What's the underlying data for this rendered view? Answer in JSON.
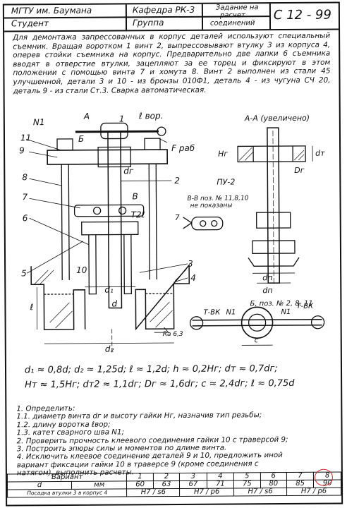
{
  "header": {
    "university": "МГТУ им. Баумана",
    "department": "Кафедра РК-3",
    "task_title_l1": "Задание на",
    "task_title_l2": "расчет",
    "task_title_l3": "соединений",
    "code": "С 12 - 99",
    "student": "Студент",
    "group": "Группа"
  },
  "description": "Для демонтажа запрессованных в корпус деталей используют специальный съемник. Вращая воротком 1 винт 2, выпрессовывают втулку 3 из корпуса 4, оперев стойки съемника на корпус. Предварительно две лапки 6 съемника вводят в отверстие втулки, зацепляют за ее торец и фиксируют в этом положении с помощью винта 7 и хомута 8. Винт 2 выполнен из стали 45 улучшенной, детали 3 и 10 - из бронзы 010Ф1, деталь 4 - из чугуна СЧ 20, деталь 9 - из стали Ст.3. Сварка автоматическая.",
  "drawing": {
    "labels_main": [
      "А",
      "Б",
      "N1",
      "11",
      "9",
      "1",
      "2",
      "8",
      "7",
      "6",
      "5",
      "10",
      "3",
      "4",
      "В",
      "d",
      "l",
      "l вор",
      "F раб",
      "dг",
      "Т2ℓ",
      "Ra 6,3"
    ],
    "section_title": "А-А (увеличено)",
    "section_b": "В-В поз. 11,8,10 не показаны",
    "label_pu": "ПУ-2",
    "section_bottom": "Б, поз. № 2, 8, 11",
    "labels_bottom": [
      "Т-ВК",
      "N1",
      "Т-ВК",
      "c"
    ],
    "dims_right": [
      "Dг",
      "dг",
      "Hг",
      "dп",
      "dп"
    ]
  },
  "formulas": {
    "line1": "d₁ ≈ 0,8d;  d₂ ≈ 1,25d;  ℓ ≈ 1,2d;  h ≈ 0,2Hг;  dт ≈ 0,7dг;",
    "line2": "Hт ≈ 1,5Hг;  dт2 ≈ 1,1dг;  Dг ≈ 1,6dг;  c ≈ 2,4dг;  ℓ ≈ 0,75d"
  },
  "tasks": [
    "1. Определить:",
    "1.1. диаметр винта dг и высоту гайки Hг, назначив тип резьбы;",
    "1.2. длину воротка ℓвор;",
    "1.3. катет сварного шва N1;",
    "2. Проверить прочность клеевого соединения гайки 10 с траверсой 9;",
    "3. Построить эпюры силы и моментов по длине винта.",
    "4. Исключить клеевое соединение деталей 9 и 10, предложить иной",
    "вариант фиксации гайки 10 в траверсе 9 (кроме соединения с",
    "натягом), выполнить расчеты."
  ],
  "variants_table": {
    "header_label": "Вариант",
    "numbers": [
      "1",
      "2",
      "3",
      "4",
      "5",
      "6",
      "7",
      "8"
    ],
    "row_d_label": "d",
    "row_d_unit": "мм",
    "d_values": [
      "60",
      "63",
      "67",
      "71",
      "75",
      "80",
      "85",
      "90"
    ],
    "fit_label": "Посадка втулки 3 в корпус 4",
    "fits": [
      "Н7 / s6",
      "Н7 / р6",
      "Н7 / s6",
      "Н7 / р6"
    ]
  },
  "highlight_color": "#dd2222"
}
